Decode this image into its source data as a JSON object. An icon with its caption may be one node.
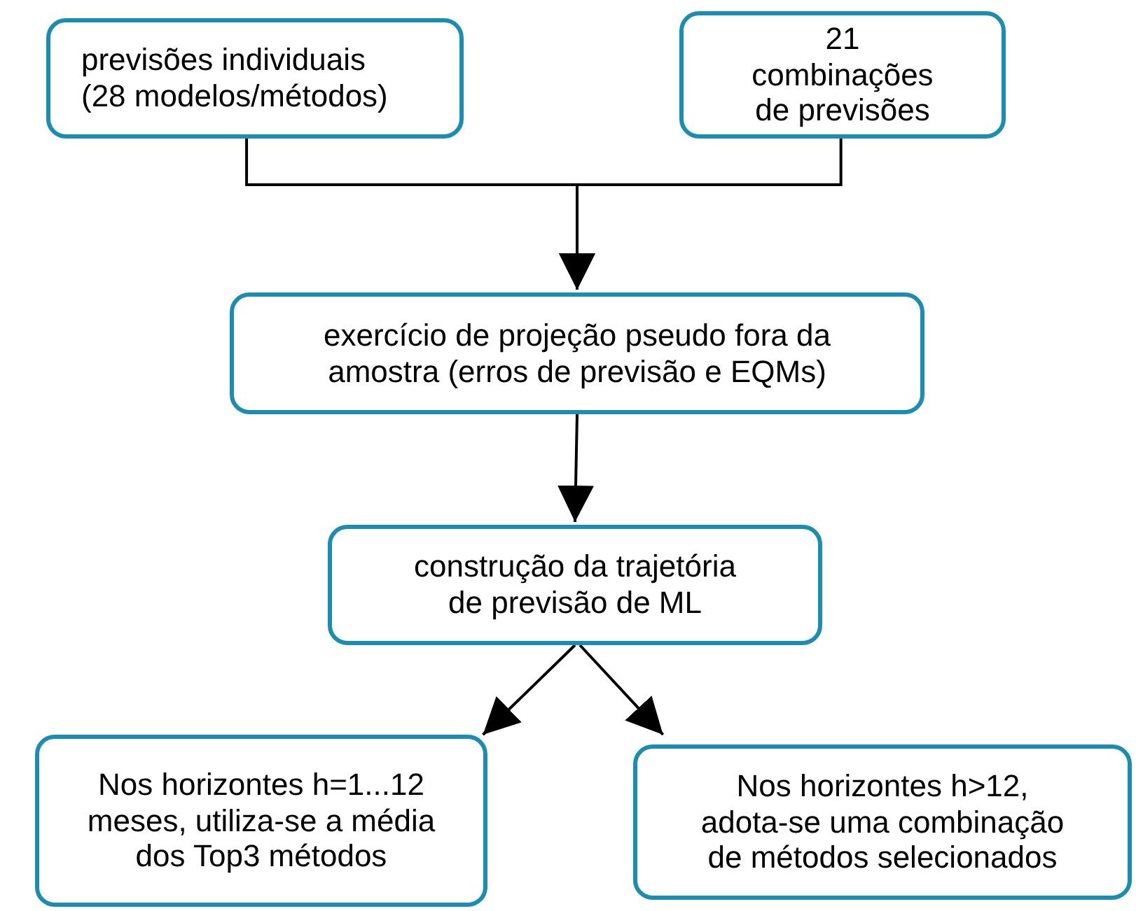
{
  "diagram": {
    "nodes": [
      {
        "text": [
          "previsões individuais (28 modelos/métodos)"
        ]
      },
      {
        "text": [
          "21 combinações de previsões"
        ]
      },
      {
        "text": [
          "exercício de projeção pseudo fora da amostra (erros de previsão e EQMs)"
        ]
      },
      {
        "text": [
          "construção da trajetória de previsão de ML"
        ]
      },
      {
        "text": [
          "Nos horizontes h=1...12 meses, utiliza-se a média dos Top3 métodos"
        ]
      },
      {
        "text": [
          "Nos horizontes h>12, adota-se uma combinação de métodos selecionados"
        ]
      }
    ],
    "edges": [
      {
        "from": 0,
        "to": 2,
        "arrow": "to"
      },
      {
        "from": 1,
        "to": 2,
        "arrow": "to"
      },
      {
        "from": 2,
        "to": 3,
        "arrow": "to"
      },
      {
        "from": 3,
        "to": 4,
        "arrow": "to"
      },
      {
        "from": 3,
        "to": 5,
        "arrow": "to"
      }
    ]
  }
}
